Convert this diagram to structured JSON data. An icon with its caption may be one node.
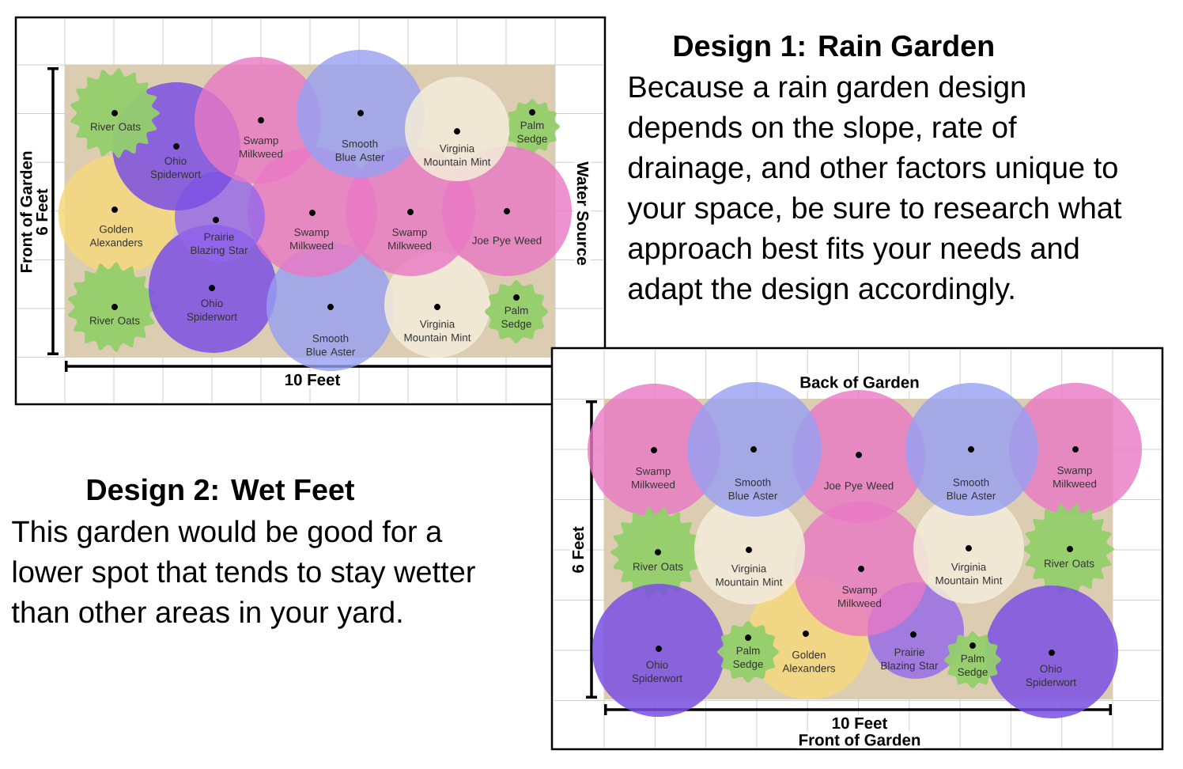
{
  "diagram": {
    "nodes": [
      {
        "text": [
          "Front of Garden",
          "6 Feet",
          "Water Source",
          "10 Feet"
        ]
      },
      {
        "text": [
          "River Oats"
        ],
        "in": 0
      },
      {
        "text": [
          "Ohio Spiderwort"
        ],
        "in": 0
      },
      {
        "text": [
          "Swamp Milkweed"
        ],
        "in": 0
      },
      {
        "text": [
          "Smooth Blue Aster"
        ],
        "in": 0
      },
      {
        "text": [
          "Virginia Mountain Mint"
        ],
        "in": 0
      },
      {
        "text": [
          "Palm Sedge"
        ],
        "in": 0
      },
      {
        "text": [
          "Golden Alexanders"
        ],
        "in": 0
      },
      {
        "text": [
          "Prairie Blazing Star"
        ],
        "in": 0
      },
      {
        "text": [
          "Swamp Milkweed"
        ],
        "in": 0
      },
      {
        "text": [
          "Swamp Milkweed"
        ],
        "in": 0
      },
      {
        "text": [
          "Joe Pye Weed"
        ],
        "in": 0
      },
      {
        "text": [
          "River Oats"
        ],
        "in": 0
      },
      {
        "text": [
          "Ohio Spiderwort"
        ],
        "in": 0
      },
      {
        "text": [
          "Smooth Blue Aster"
        ],
        "in": 0
      },
      {
        "text": [
          "Virginia Mountain Mint"
        ],
        "in": 0
      },
      {
        "text": [
          "Palm Sedge"
        ],
        "in": 0
      },
      {
        "text": [
          "Back of Garden",
          "6 Feet",
          "10 Feet",
          "Front of Garden"
        ]
      },
      {
        "text": [
          "Swamp Milkweed"
        ],
        "in": 17
      },
      {
        "text": [
          "Smooth Blue Aster"
        ],
        "in": 17
      },
      {
        "text": [
          "Joe Pye Weed"
        ],
        "in": 17
      },
      {
        "text": [
          "Smooth Blue Aster"
        ],
        "in": 17
      },
      {
        "text": [
          "Swamp Milkweed"
        ],
        "in": 17
      },
      {
        "text": [
          "River Oats"
        ],
        "in": 17
      },
      {
        "text": [
          "Virginia Mountain Mint"
        ],
        "in": 17
      },
      {
        "text": [
          "Swamp Milkweed"
        ],
        "in": 17
      },
      {
        "text": [
          "Virginia Mountain Mint"
        ],
        "in": 17
      },
      {
        "text": [
          "River Oats"
        ],
        "in": 17
      },
      {
        "text": [
          "Ohio Spiderwort"
        ],
        "in": 17
      },
      {
        "text": [
          "Palm Sedge"
        ],
        "in": 17
      },
      {
        "text": [
          "Golden Alexanders"
        ],
        "in": 17
      },
      {
        "text": [
          "Prairie Blazing Star"
        ],
        "in": 17
      },
      {
        "text": [
          "Palm Sedge"
        ],
        "in": 17
      },
      {
        "text": [
          "Ohio Spiderwort"
        ],
        "in": 17
      }
    ],
    "labels": [
      "Design 1: Rain Garden",
      "Because a rain garden design depends on the slope, rate of drainage, and other factors unique to your space, be sure to research what approach best fits your needs and adapt the design accordingly.",
      "Design 2: Wet Feet",
      "This garden would be good for a lower spot that tends to stay wetter than other areas in your yard."
    ]
  }
}
